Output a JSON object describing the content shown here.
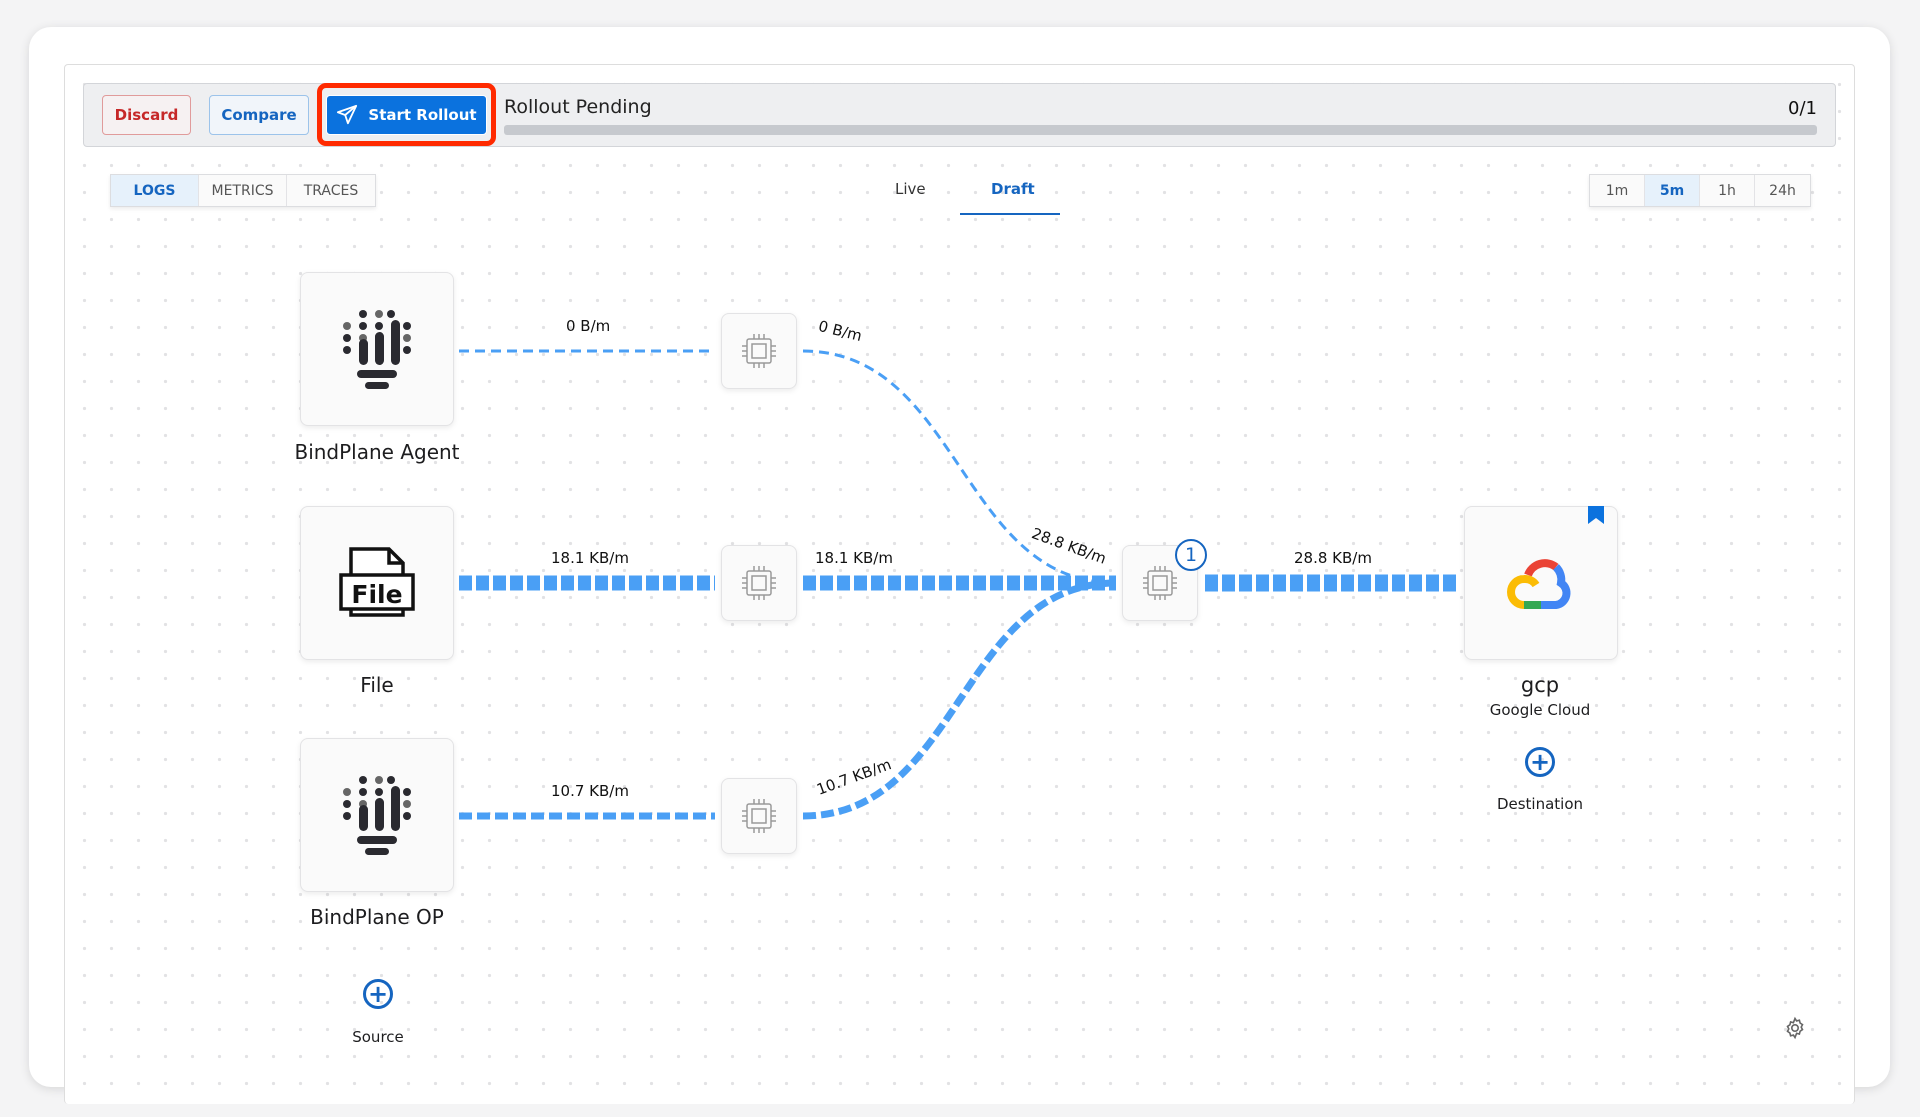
{
  "toolbar": {
    "discard": "Discard",
    "compare": "Compare",
    "start_rollout": "Start Rollout",
    "status": "Rollout Pending",
    "progress_text": "0/1",
    "progress_fraction": 0
  },
  "telemetry_tabs": [
    {
      "label": "LOGS",
      "active": true
    },
    {
      "label": "METRICS",
      "active": false
    },
    {
      "label": "TRACES",
      "active": false
    }
  ],
  "view_tabs": {
    "live": "Live",
    "draft": "Draft",
    "active": "Draft"
  },
  "time_ranges": [
    {
      "label": "1m",
      "active": false
    },
    {
      "label": "5m",
      "active": true
    },
    {
      "label": "1h",
      "active": false
    },
    {
      "label": "24h",
      "active": false
    }
  ],
  "sources": [
    {
      "name": "BindPlane Agent",
      "icon": "bindplane-icon"
    },
    {
      "name": "File",
      "icon": "file-icon",
      "icon_text": "File"
    },
    {
      "name": "BindPlane OP",
      "icon": "bindplane-icon"
    }
  ],
  "edges": {
    "source_to_processor": [
      "0 B/m",
      "18.1 KB/m",
      "10.7 KB/m"
    ],
    "processor_to_merge": [
      "0 B/m",
      "18.1 KB/m",
      "10.7 KB/m"
    ],
    "merge_in": "28.8 KB/m",
    "to_destination": "28.8 KB/m"
  },
  "merge_processor_badge": "1",
  "destination": {
    "name": "gcp",
    "type": "Google Cloud",
    "icon": "google-cloud-icon"
  },
  "add_source": "Source",
  "add_destination": "Destination",
  "colors": {
    "accent": "#1565c0",
    "primary_button": "#0b72de",
    "edge": "#4a9ff5",
    "discard": "#c62828",
    "highlight": "#ff2a00"
  }
}
